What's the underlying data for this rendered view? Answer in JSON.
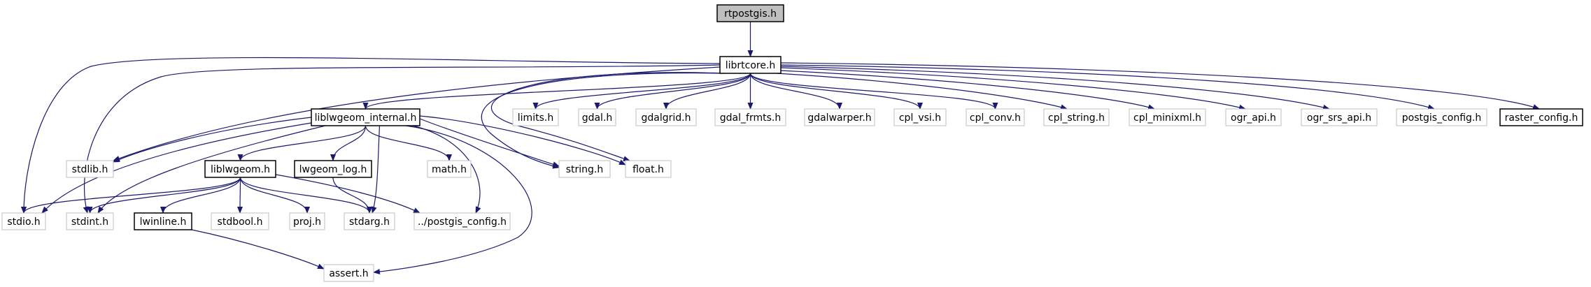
{
  "colors": {
    "edge": "#191970",
    "root_fill": "#bfbfbf",
    "box_border": "#000000",
    "muted_border": "#bfbfbf",
    "background": "#ffffff"
  },
  "nodes": [
    {
      "id": "rtpostgis",
      "label": "rtpostgis.h",
      "style": "root"
    },
    {
      "id": "librtcore",
      "label": "librtcore.h",
      "style": "bold"
    },
    {
      "id": "liblwgeom_internal",
      "label": "liblwgeom_internal.h",
      "style": "bold"
    },
    {
      "id": "limits",
      "label": "limits.h",
      "style": "muted"
    },
    {
      "id": "gdal",
      "label": "gdal.h",
      "style": "muted"
    },
    {
      "id": "gdalgrid",
      "label": "gdalgrid.h",
      "style": "muted"
    },
    {
      "id": "gdal_frmts",
      "label": "gdal_frmts.h",
      "style": "muted"
    },
    {
      "id": "gdalwarper",
      "label": "gdalwarper.h",
      "style": "muted"
    },
    {
      "id": "cpl_vsi",
      "label": "cpl_vsi.h",
      "style": "muted"
    },
    {
      "id": "cpl_conv",
      "label": "cpl_conv.h",
      "style": "muted"
    },
    {
      "id": "cpl_string",
      "label": "cpl_string.h",
      "style": "muted"
    },
    {
      "id": "cpl_minixml",
      "label": "cpl_minixml.h",
      "style": "muted"
    },
    {
      "id": "ogr_api",
      "label": "ogr_api.h",
      "style": "muted"
    },
    {
      "id": "ogr_srs_api",
      "label": "ogr_srs_api.h",
      "style": "muted"
    },
    {
      "id": "postgis_config",
      "label": "postgis_config.h",
      "style": "muted"
    },
    {
      "id": "raster_config",
      "label": "raster_config.h",
      "style": "bold"
    },
    {
      "id": "stdlib",
      "label": "stdlib.h",
      "style": "muted"
    },
    {
      "id": "liblwgeom",
      "label": "liblwgeom.h",
      "style": "bold"
    },
    {
      "id": "lwgeom_log",
      "label": "lwgeom_log.h",
      "style": "bold"
    },
    {
      "id": "math",
      "label": "math.h",
      "style": "muted"
    },
    {
      "id": "string",
      "label": "string.h",
      "style": "muted"
    },
    {
      "id": "float",
      "label": "float.h",
      "style": "muted"
    },
    {
      "id": "stdio",
      "label": "stdio.h",
      "style": "muted"
    },
    {
      "id": "stdint",
      "label": "stdint.h",
      "style": "muted"
    },
    {
      "id": "lwinline",
      "label": "lwinline.h",
      "style": "bold"
    },
    {
      "id": "stdbool",
      "label": "stdbool.h",
      "style": "muted"
    },
    {
      "id": "proj",
      "label": "proj.h",
      "style": "muted"
    },
    {
      "id": "stdarg",
      "label": "stdarg.h",
      "style": "muted"
    },
    {
      "id": "dotdot_postgis_config",
      "label": "../postgis_config.h",
      "style": "muted"
    },
    {
      "id": "assert",
      "label": "assert.h",
      "style": "muted"
    }
  ],
  "edges": [
    [
      "rtpostgis",
      "librtcore"
    ],
    [
      "librtcore",
      "liblwgeom_internal"
    ],
    [
      "librtcore",
      "limits"
    ],
    [
      "librtcore",
      "gdal"
    ],
    [
      "librtcore",
      "gdalgrid"
    ],
    [
      "librtcore",
      "gdal_frmts"
    ],
    [
      "librtcore",
      "gdalwarper"
    ],
    [
      "librtcore",
      "cpl_vsi"
    ],
    [
      "librtcore",
      "cpl_conv"
    ],
    [
      "librtcore",
      "cpl_string"
    ],
    [
      "librtcore",
      "cpl_minixml"
    ],
    [
      "librtcore",
      "ogr_api"
    ],
    [
      "librtcore",
      "ogr_srs_api"
    ],
    [
      "librtcore",
      "postgis_config"
    ],
    [
      "librtcore",
      "raster_config"
    ],
    [
      "librtcore",
      "stdlib"
    ],
    [
      "librtcore",
      "string"
    ],
    [
      "librtcore",
      "float"
    ],
    [
      "librtcore",
      "stdio"
    ],
    [
      "librtcore",
      "stdint"
    ],
    [
      "liblwgeom_internal",
      "stdlib"
    ],
    [
      "liblwgeom_internal",
      "liblwgeom"
    ],
    [
      "liblwgeom_internal",
      "lwgeom_log"
    ],
    [
      "liblwgeom_internal",
      "math"
    ],
    [
      "liblwgeom_internal",
      "string"
    ],
    [
      "liblwgeom_internal",
      "float"
    ],
    [
      "liblwgeom_internal",
      "stdio"
    ],
    [
      "liblwgeom_internal",
      "stdint"
    ],
    [
      "liblwgeom_internal",
      "stdarg"
    ],
    [
      "liblwgeom_internal",
      "dotdot_postgis_config"
    ],
    [
      "liblwgeom_internal",
      "assert"
    ],
    [
      "liblwgeom",
      "stdio"
    ],
    [
      "liblwgeom",
      "stdint"
    ],
    [
      "liblwgeom",
      "lwinline"
    ],
    [
      "liblwgeom",
      "stdbool"
    ],
    [
      "liblwgeom",
      "proj"
    ],
    [
      "liblwgeom",
      "stdarg"
    ],
    [
      "liblwgeom",
      "dotdot_postgis_config"
    ],
    [
      "lwgeom_log",
      "stdarg"
    ],
    [
      "lwinline",
      "assert"
    ]
  ]
}
